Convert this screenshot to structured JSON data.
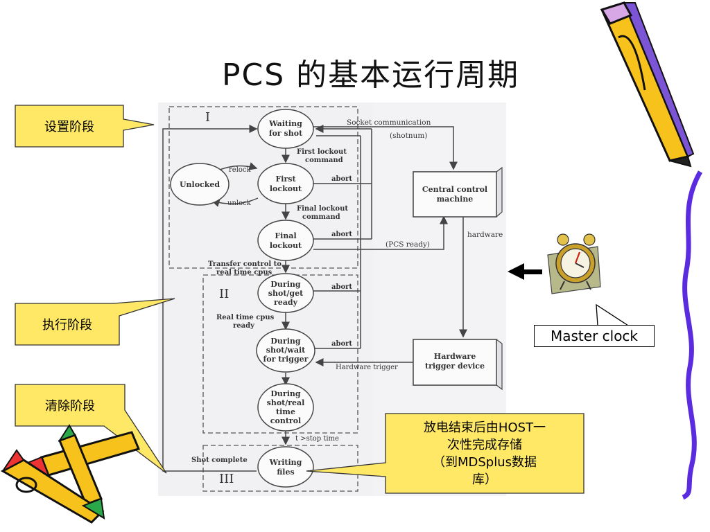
{
  "title": "PCS 的基本运行周期",
  "callouts": {
    "setup": "设置阶段",
    "execute": "执行阶段",
    "clear": "清除阶段"
  },
  "master_clock": "Master clock",
  "note": {
    "line1": "放电结束后由HOST一",
    "line2": "次性完成存储",
    "line3": "（到MDSplus数据",
    "line4": "库）"
  },
  "diagram": {
    "phases": {
      "one": "I",
      "two": "II",
      "three": "III"
    },
    "nodes": {
      "waiting_1": "Waiting",
      "waiting_2": "for shot",
      "unlocked": "Unlocked",
      "first_lockout_1": "First",
      "first_lockout_2": "lockout",
      "final_lockout_1": "Final",
      "final_lockout_2": "lockout",
      "during_get_1": "During",
      "during_get_2": "shot/get",
      "during_get_3": "ready",
      "during_wait_1": "During",
      "during_wait_2": "shot/wait",
      "during_wait_3": "for trigger",
      "during_real_1": "During",
      "during_real_2": "shot/real",
      "during_real_3": "time",
      "during_real_4": "control",
      "writing_1": "Writing",
      "writing_2": "files",
      "central_1": "Central control",
      "central_2": "machine",
      "trigger_1": "Hardware",
      "trigger_2": "trigger device"
    },
    "labels": {
      "socket": "Socket communication",
      "shotnum": "(shotnum)",
      "first_cmd_1": "First lockout",
      "first_cmd_2": "command",
      "relock": "relock",
      "unlock": "unlock",
      "final_cmd_1": "Final lockout",
      "final_cmd_2": "command",
      "abort": "abort",
      "pcs_ready": "(PCS ready)",
      "hardware": "hardware",
      "transfer_1": "Transfer control to",
      "transfer_2": "real time cpus",
      "rt_ready_1": "Real time cpus",
      "rt_ready_2": "ready",
      "hw_trigger": "Hardware trigger",
      "stop_time": "t >stop time",
      "shot_complete": "Shot complete"
    }
  },
  "colors": {
    "callout_fill": "#FFE866",
    "diagram_bg": "#F1F1F4",
    "node_fill": "#FBFBFB",
    "line": "#444444"
  },
  "icons": [
    "pencil-icon",
    "crayons-icon",
    "alarm-clock-icon",
    "arrow-left-icon",
    "wavy-line-icon"
  ]
}
